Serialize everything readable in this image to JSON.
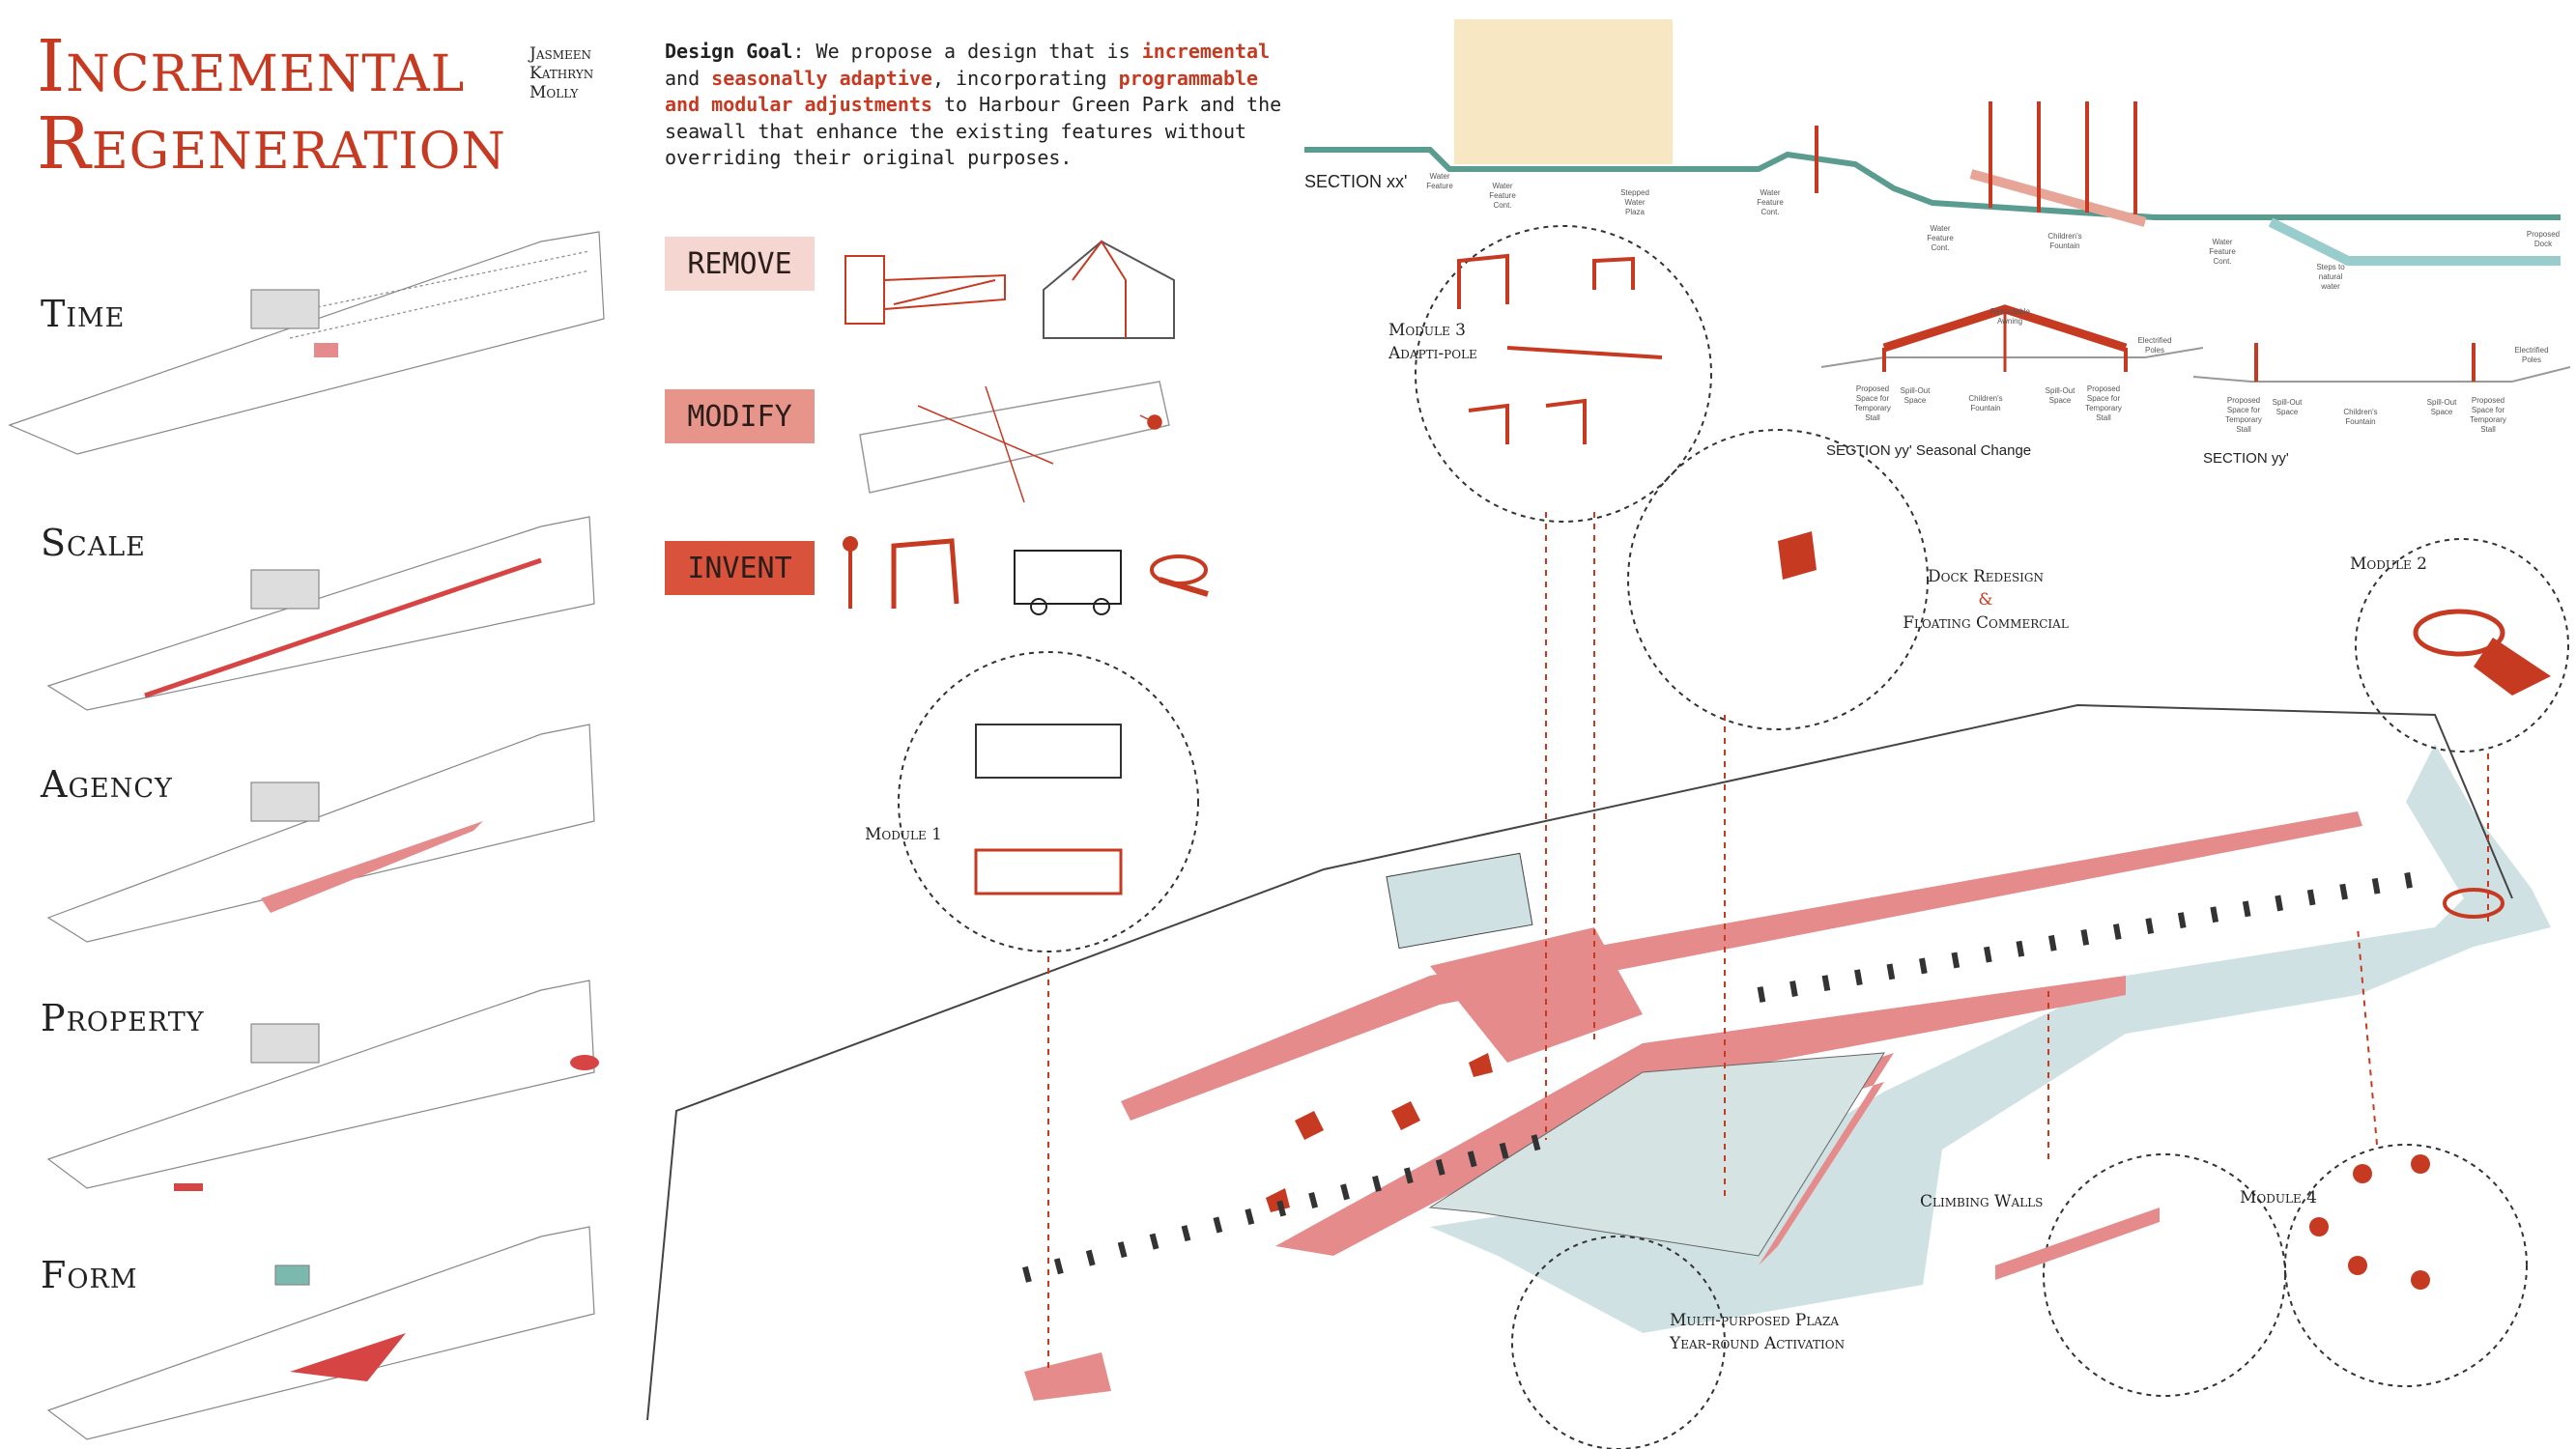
{
  "title": {
    "line1": "Incremental",
    "line2": "Regeneration",
    "authors": [
      "Jasmeen",
      "Kathryn",
      "Molly"
    ]
  },
  "design_goal": {
    "label": "Design Goal",
    "p1": ": We propose a design that is ",
    "h1": "incremental",
    "p2": " and ",
    "h2": "seasonally adaptive",
    "p3": ", incorporating ",
    "h3": "programmable and modular adjustments",
    "p4": " to Harbour Green Park and the seawall that enhance the existing features without overriding their original purposes."
  },
  "strategies": [
    {
      "label": "REMOVE",
      "color": "#f5d6d0"
    },
    {
      "label": "MODIFY",
      "color": "#e7958a"
    },
    {
      "label": "INVENT",
      "color": "#d9523c"
    }
  ],
  "themes": [
    "Time",
    "Scale",
    "Agency",
    "Property",
    "Form"
  ],
  "sections": {
    "xx": {
      "title": "SECTION xx'",
      "labels": [
        "Water Feature",
        "Water Feature Cont.",
        "Stepped Water Plaza",
        "Water Feature Cont.",
        "Water Feature Cont.",
        "Children's Fountain",
        "Water Feature Cont.",
        "Steps to natural water",
        "Proposed Dock"
      ]
    },
    "yy_seasonal": {
      "title": "SECTION yy' Seasonal Change",
      "labels": [
        "Retractable Awning",
        "Electrified Poles",
        "Proposed Space for Temporary Stall",
        "Spill-Out Space",
        "Children's Fountain",
        "Spill-Out Space",
        "Proposed Space for Temporary Stall"
      ]
    },
    "yy": {
      "title": "SECTION yy'",
      "labels": [
        "Electrified Poles",
        "Proposed Space for Temporary Stall",
        "Spill-Out Space",
        "Children's Fountain",
        "Spill-Out Space",
        "Proposed Space for Temporary Stall"
      ]
    }
  },
  "callouts": {
    "module3": [
      "Module 3",
      "Adapti-pole"
    ],
    "module1": "Module 1",
    "dock": [
      "Dock Redesign",
      "&",
      "Floating Commercial"
    ],
    "module2": "Module 2",
    "climbing": "Climbing Walls",
    "module4": "Module 4",
    "plaza": [
      "Multi-purposed Plaza",
      "Year-round Activation"
    ]
  },
  "colors": {
    "accent": "#c73a22",
    "promenade": "#e58b8b",
    "water": "#cfe1e2",
    "building": "#f7e7c3"
  }
}
